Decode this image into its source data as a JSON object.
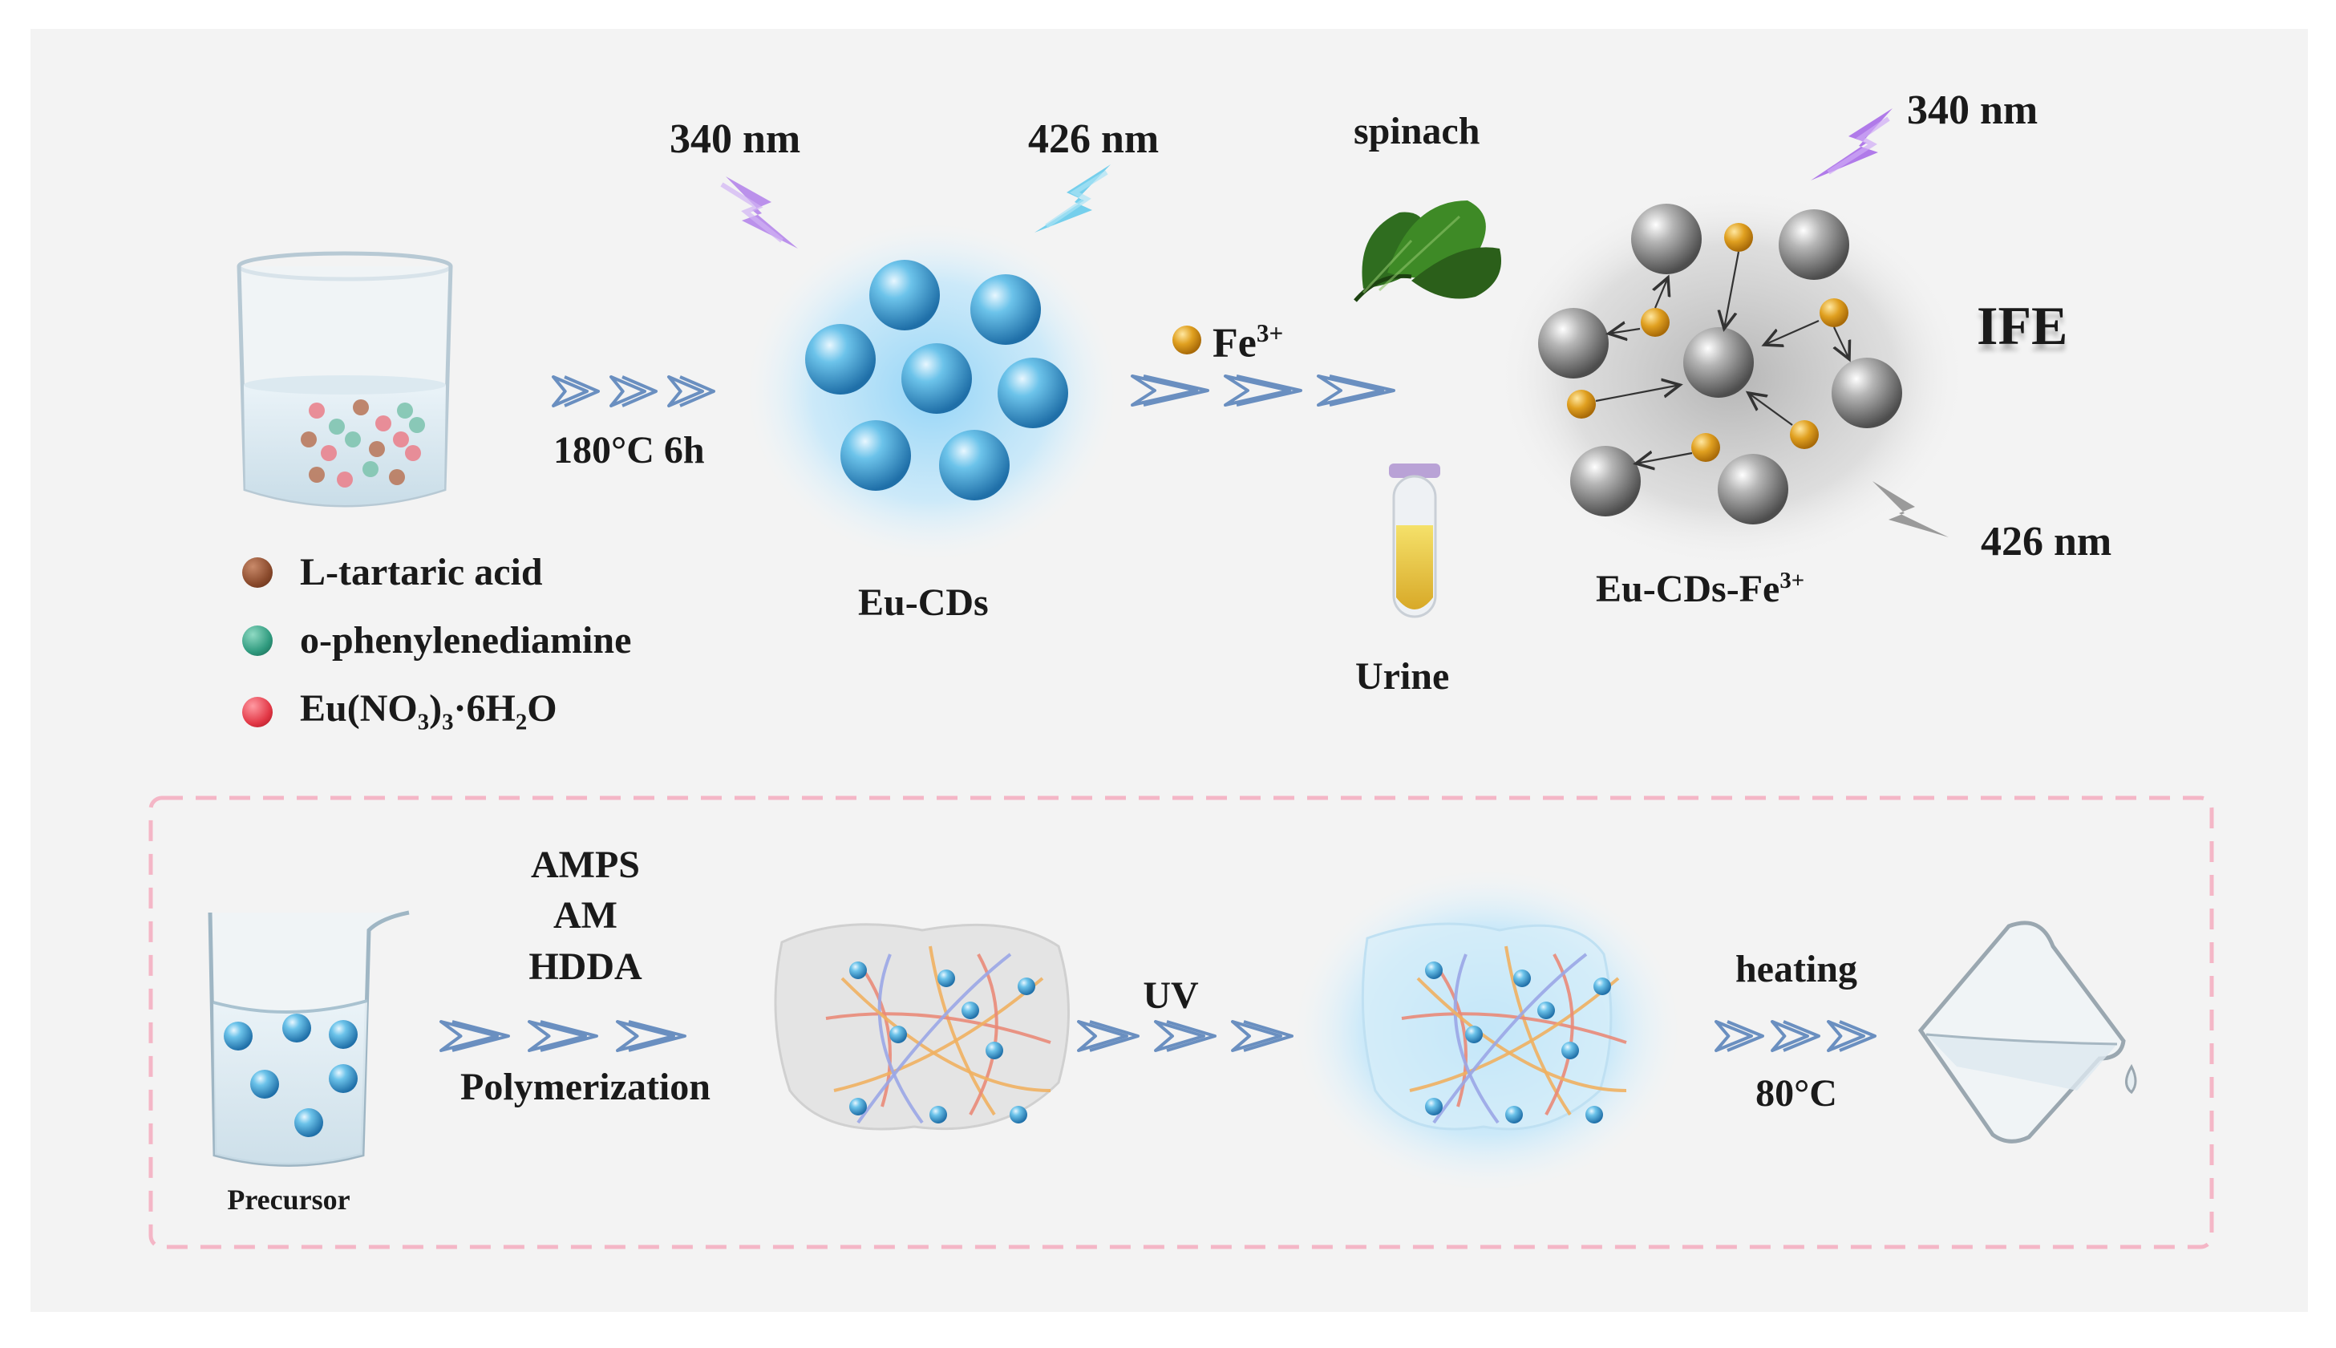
{
  "top": {
    "excitation_1": "340 nm",
    "emission_1": "426 nm",
    "spinach": "spinach",
    "excitation_2": "340 nm",
    "ife": "IFE",
    "emission_2": "426 nm",
    "condition": "180°C  6h",
    "eu_cds": "Eu-CDs",
    "fe_base": "Fe",
    "fe_charge": "3+",
    "eu_cds_fe_base": "Eu-CDs-Fe",
    "eu_cds_fe_charge": "3+",
    "urine": "Urine",
    "legend": [
      {
        "label": "L-tartaric acid",
        "color": "#8a4a2c"
      },
      {
        "label": "o-phenylenediamine",
        "color": "#2f9a7e"
      },
      {
        "label": "Eu(NO",
        "sub1": "3",
        "mid": ")",
        "sub2": "3",
        "mid2": "·6H",
        "sub3": "2",
        "end": "O",
        "color": "#e23846"
      }
    ]
  },
  "bottom": {
    "reagent_1": "AMPS",
    "reagent_2": "AM",
    "reagent_3": "HDDA",
    "polymerization": "Polymerization",
    "precursor": "Precursor",
    "uv": "UV",
    "heating": "heating",
    "temperature": "80°C"
  },
  "colors": {
    "panel": "#f3f3f3",
    "dashed_border": "#f4b6c6",
    "cd_blue": "#3a9fd2",
    "glow_blue": "#bfe6fb",
    "fe_gold": "#d99a1a",
    "sphere_grey": "#8a8a8a",
    "uv_purple": "#a86de8",
    "emission_blue": "#55c6e8"
  }
}
